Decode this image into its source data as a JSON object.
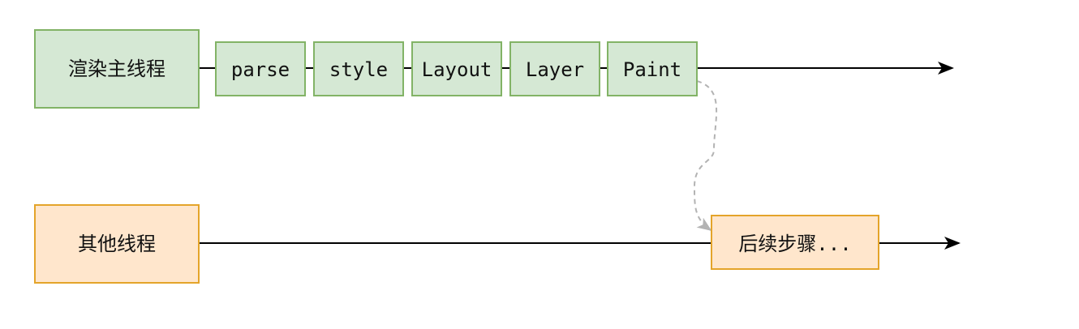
{
  "colors": {
    "green_fill": "#d5e8d4",
    "green_stroke": "#82b366",
    "orange_fill": "#ffe6cc",
    "orange_stroke": "#e4a42a",
    "line": "#000000",
    "dashed": "#b3b3b3"
  },
  "main_thread": {
    "label": "渲染主线程",
    "steps": [
      "parse",
      "style",
      "Layout",
      "Layer",
      "Paint"
    ]
  },
  "other_thread": {
    "label": "其他线程",
    "next_step": "后续步骤..."
  },
  "arrows": {
    "dashed_connector": "Paint → 后续步骤..."
  }
}
